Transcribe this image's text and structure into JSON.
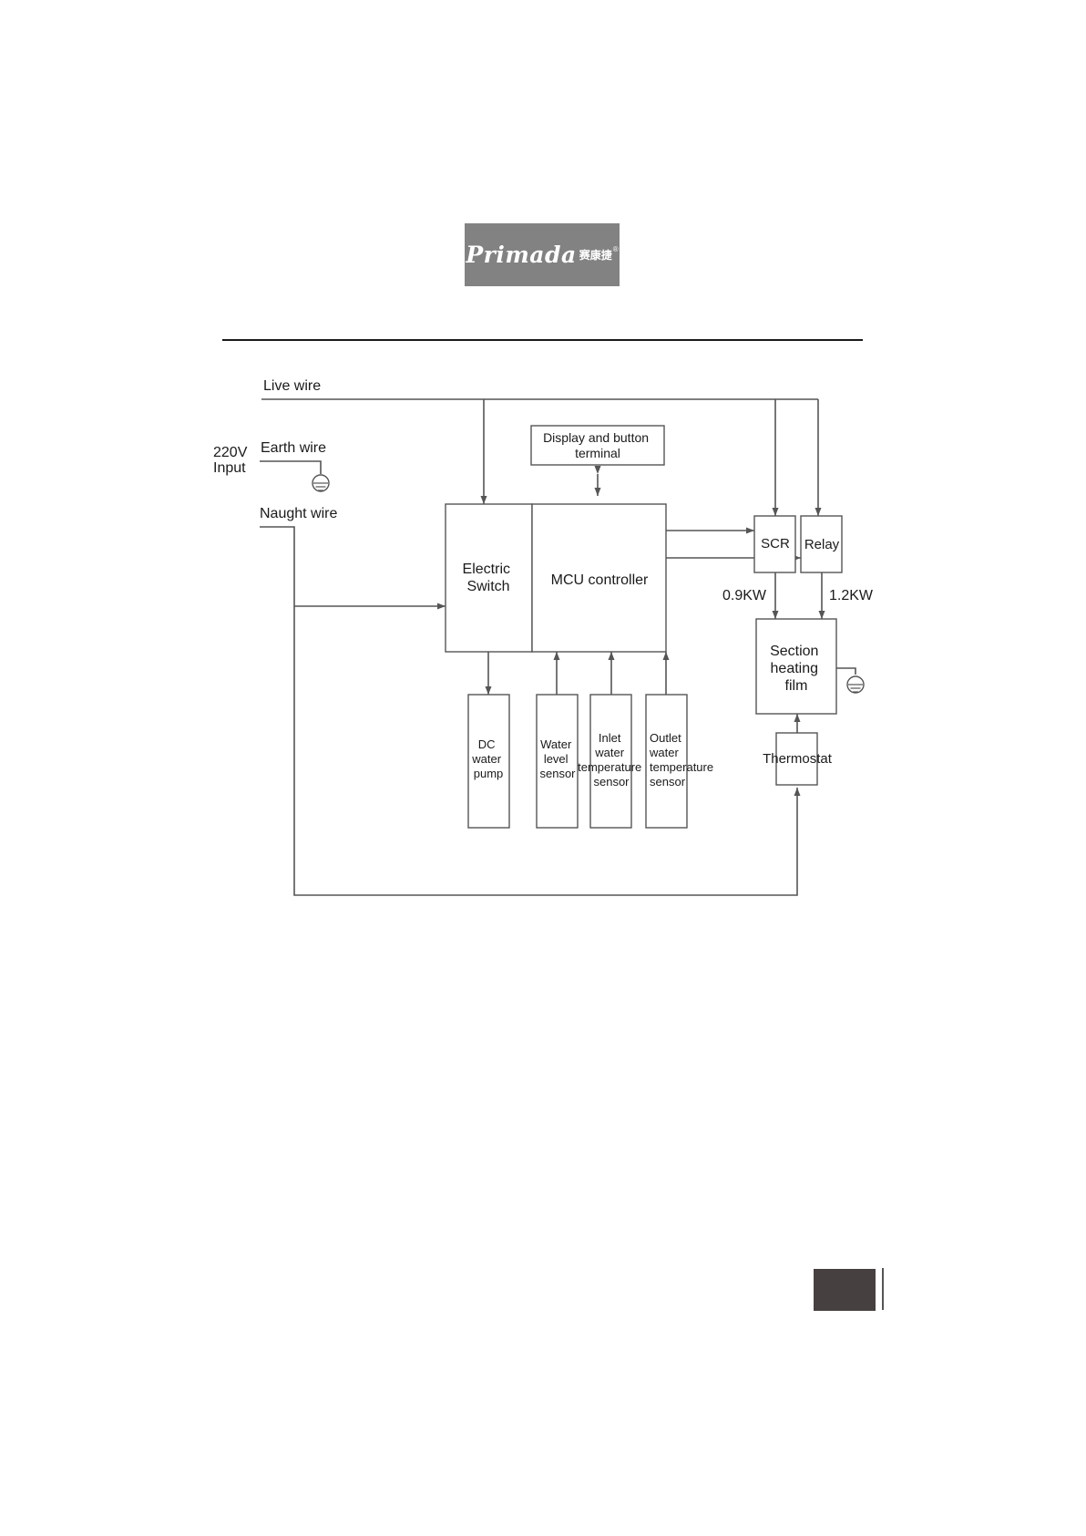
{
  "logo": {
    "brand": "Primada",
    "chinese": "赛康捷",
    "registered": "®"
  },
  "labels": {
    "input_voltage": "220V",
    "input_word": "Input",
    "live_wire": "Live wire",
    "earth_wire": "Earth wire",
    "naught_wire": "Naught wire",
    "power_low": "0.9KW",
    "power_high": "1.2KW"
  },
  "blocks": {
    "display_terminal": [
      "Display and button",
      "terminal"
    ],
    "electric_switch": [
      "Electric",
      "Switch"
    ],
    "mcu_controller": [
      "MCU controller"
    ],
    "scr": [
      "SCR"
    ],
    "relay": [
      "Relay"
    ],
    "heating_film": [
      "Section",
      "heating",
      "film"
    ],
    "thermostat": [
      "Thermostat"
    ],
    "dc_pump": [
      "DC",
      "water",
      "pump"
    ],
    "water_level_sensor": [
      "Water",
      "level",
      "sensor"
    ],
    "inlet_temp_sensor": [
      "Inlet",
      "water",
      "temperature",
      "sensor"
    ],
    "outlet_temp_sensor": [
      "Outlet",
      "water",
      "temperature",
      "sensor"
    ]
  },
  "colors": {
    "logo_bg": "#828282",
    "line": "#555555",
    "page_tab": "#474041"
  }
}
